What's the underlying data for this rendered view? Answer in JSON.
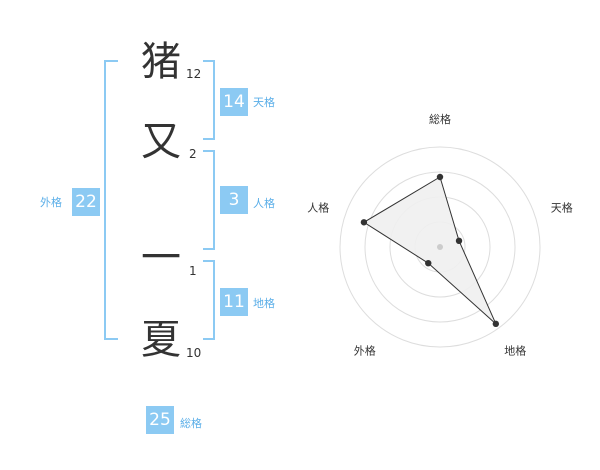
{
  "name": {
    "characters": [
      {
        "char": "猪",
        "strokes": "12"
      },
      {
        "char": "又",
        "strokes": "2"
      },
      {
        "char": "一",
        "strokes": "1"
      },
      {
        "char": "夏",
        "strokes": "10"
      }
    ]
  },
  "scores": {
    "tenkaku": {
      "value": "14",
      "label": "天格"
    },
    "jinkaku": {
      "value": "3",
      "label": "人格"
    },
    "chikaku": {
      "value": "11",
      "label": "地格"
    },
    "gaikaku": {
      "value": "22",
      "label": "外格"
    },
    "soukaku": {
      "value": "25",
      "label": "総格"
    }
  },
  "chart_data": {
    "type": "radar",
    "axes": [
      "総格",
      "天格",
      "地格",
      "外格",
      "人格"
    ],
    "values": [
      0.7,
      0.2,
      0.95,
      0.2,
      0.8
    ],
    "rings": 4,
    "colors": {
      "fill": "#efefef",
      "line": "#333333",
      "grid": "#dddddd",
      "center": "#cccccc"
    }
  }
}
